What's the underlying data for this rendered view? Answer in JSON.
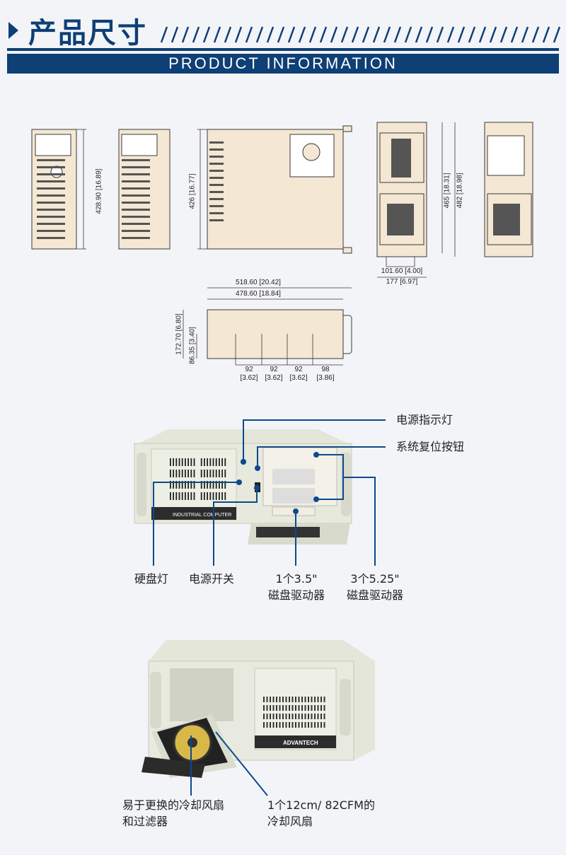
{
  "header": {
    "title": "产品尺寸",
    "subtitle": "PRODUCT INFORMATION"
  },
  "dimensions": {
    "view1_height": "428.90 [16.89]",
    "view3_height": "426 [16.77]",
    "view4_inner_height": "465 [18.31]",
    "view4_outer_height": "482 [18.98]",
    "view4_inner_width": "101.60 [4.00]",
    "view4_outer_width": "177 [6.97]",
    "side_total_length": "518.60 [20.42]",
    "side_body_length": "478.60 [18.84]",
    "side_height": "172.70 [6.80]",
    "side_half_height": "86.35 [3.40]",
    "spacings": [
      {
        "mm": "92",
        "in": "[3.62]"
      },
      {
        "mm": "92",
        "in": "[3.62]"
      },
      {
        "mm": "92",
        "in": "[3.62]"
      },
      {
        "mm": "98",
        "in": "[3.86]"
      }
    ]
  },
  "front_callouts": {
    "power_indicator": "电源指示灯",
    "reset_button": "系统复位按钮",
    "hdd_led": "硬盘灯",
    "power_switch": "电源开关",
    "floppy_line1": "1个3.5\"",
    "floppy_line2": "磁盘驱动器",
    "bays_line1": "3个5.25\"",
    "bays_line2": "磁盘驱动器",
    "chassis_label": "INDUSTRIAL COMPUTER"
  },
  "fan_callouts": {
    "filter_line1": "易于更换的冷却风扇",
    "filter_line2": "和过滤器",
    "fan_line1": "1个12cm/ 82CFM的",
    "fan_line2": "冷却风扇",
    "brand": "ADVANTECH"
  },
  "colors": {
    "accent": "#0e3f75",
    "beige": "#f4e7d3",
    "callout": "#0d4a8c"
  }
}
